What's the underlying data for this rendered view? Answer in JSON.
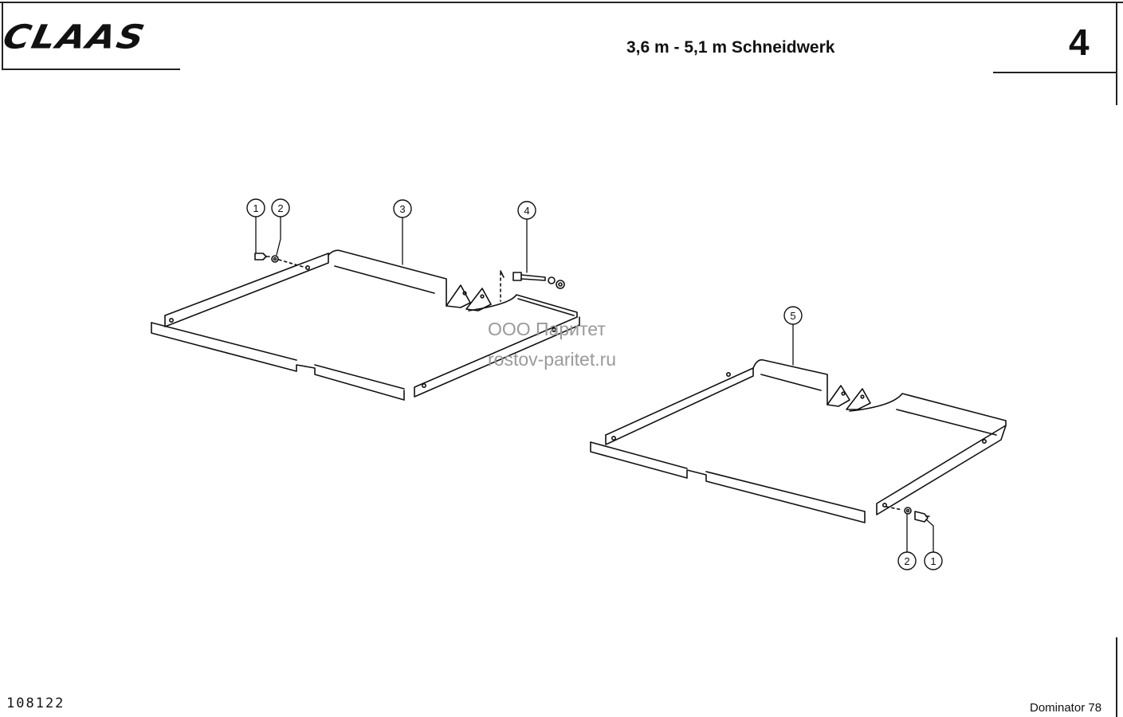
{
  "header": {
    "brand": "CLAAS",
    "title": "3,6 m - 5,1 m Schneidwerk",
    "section_number": "4"
  },
  "footer": {
    "drawing_number": "108122",
    "model": "Dominator 78"
  },
  "watermark": {
    "line1": "ООО Паритет",
    "line2": "rostov-paritet.ru"
  },
  "callouts": {
    "c1a": "1",
    "c2a": "2",
    "c3": "3",
    "c4": "4",
    "c5": "5",
    "c2b": "2",
    "c1b": "1"
  }
}
